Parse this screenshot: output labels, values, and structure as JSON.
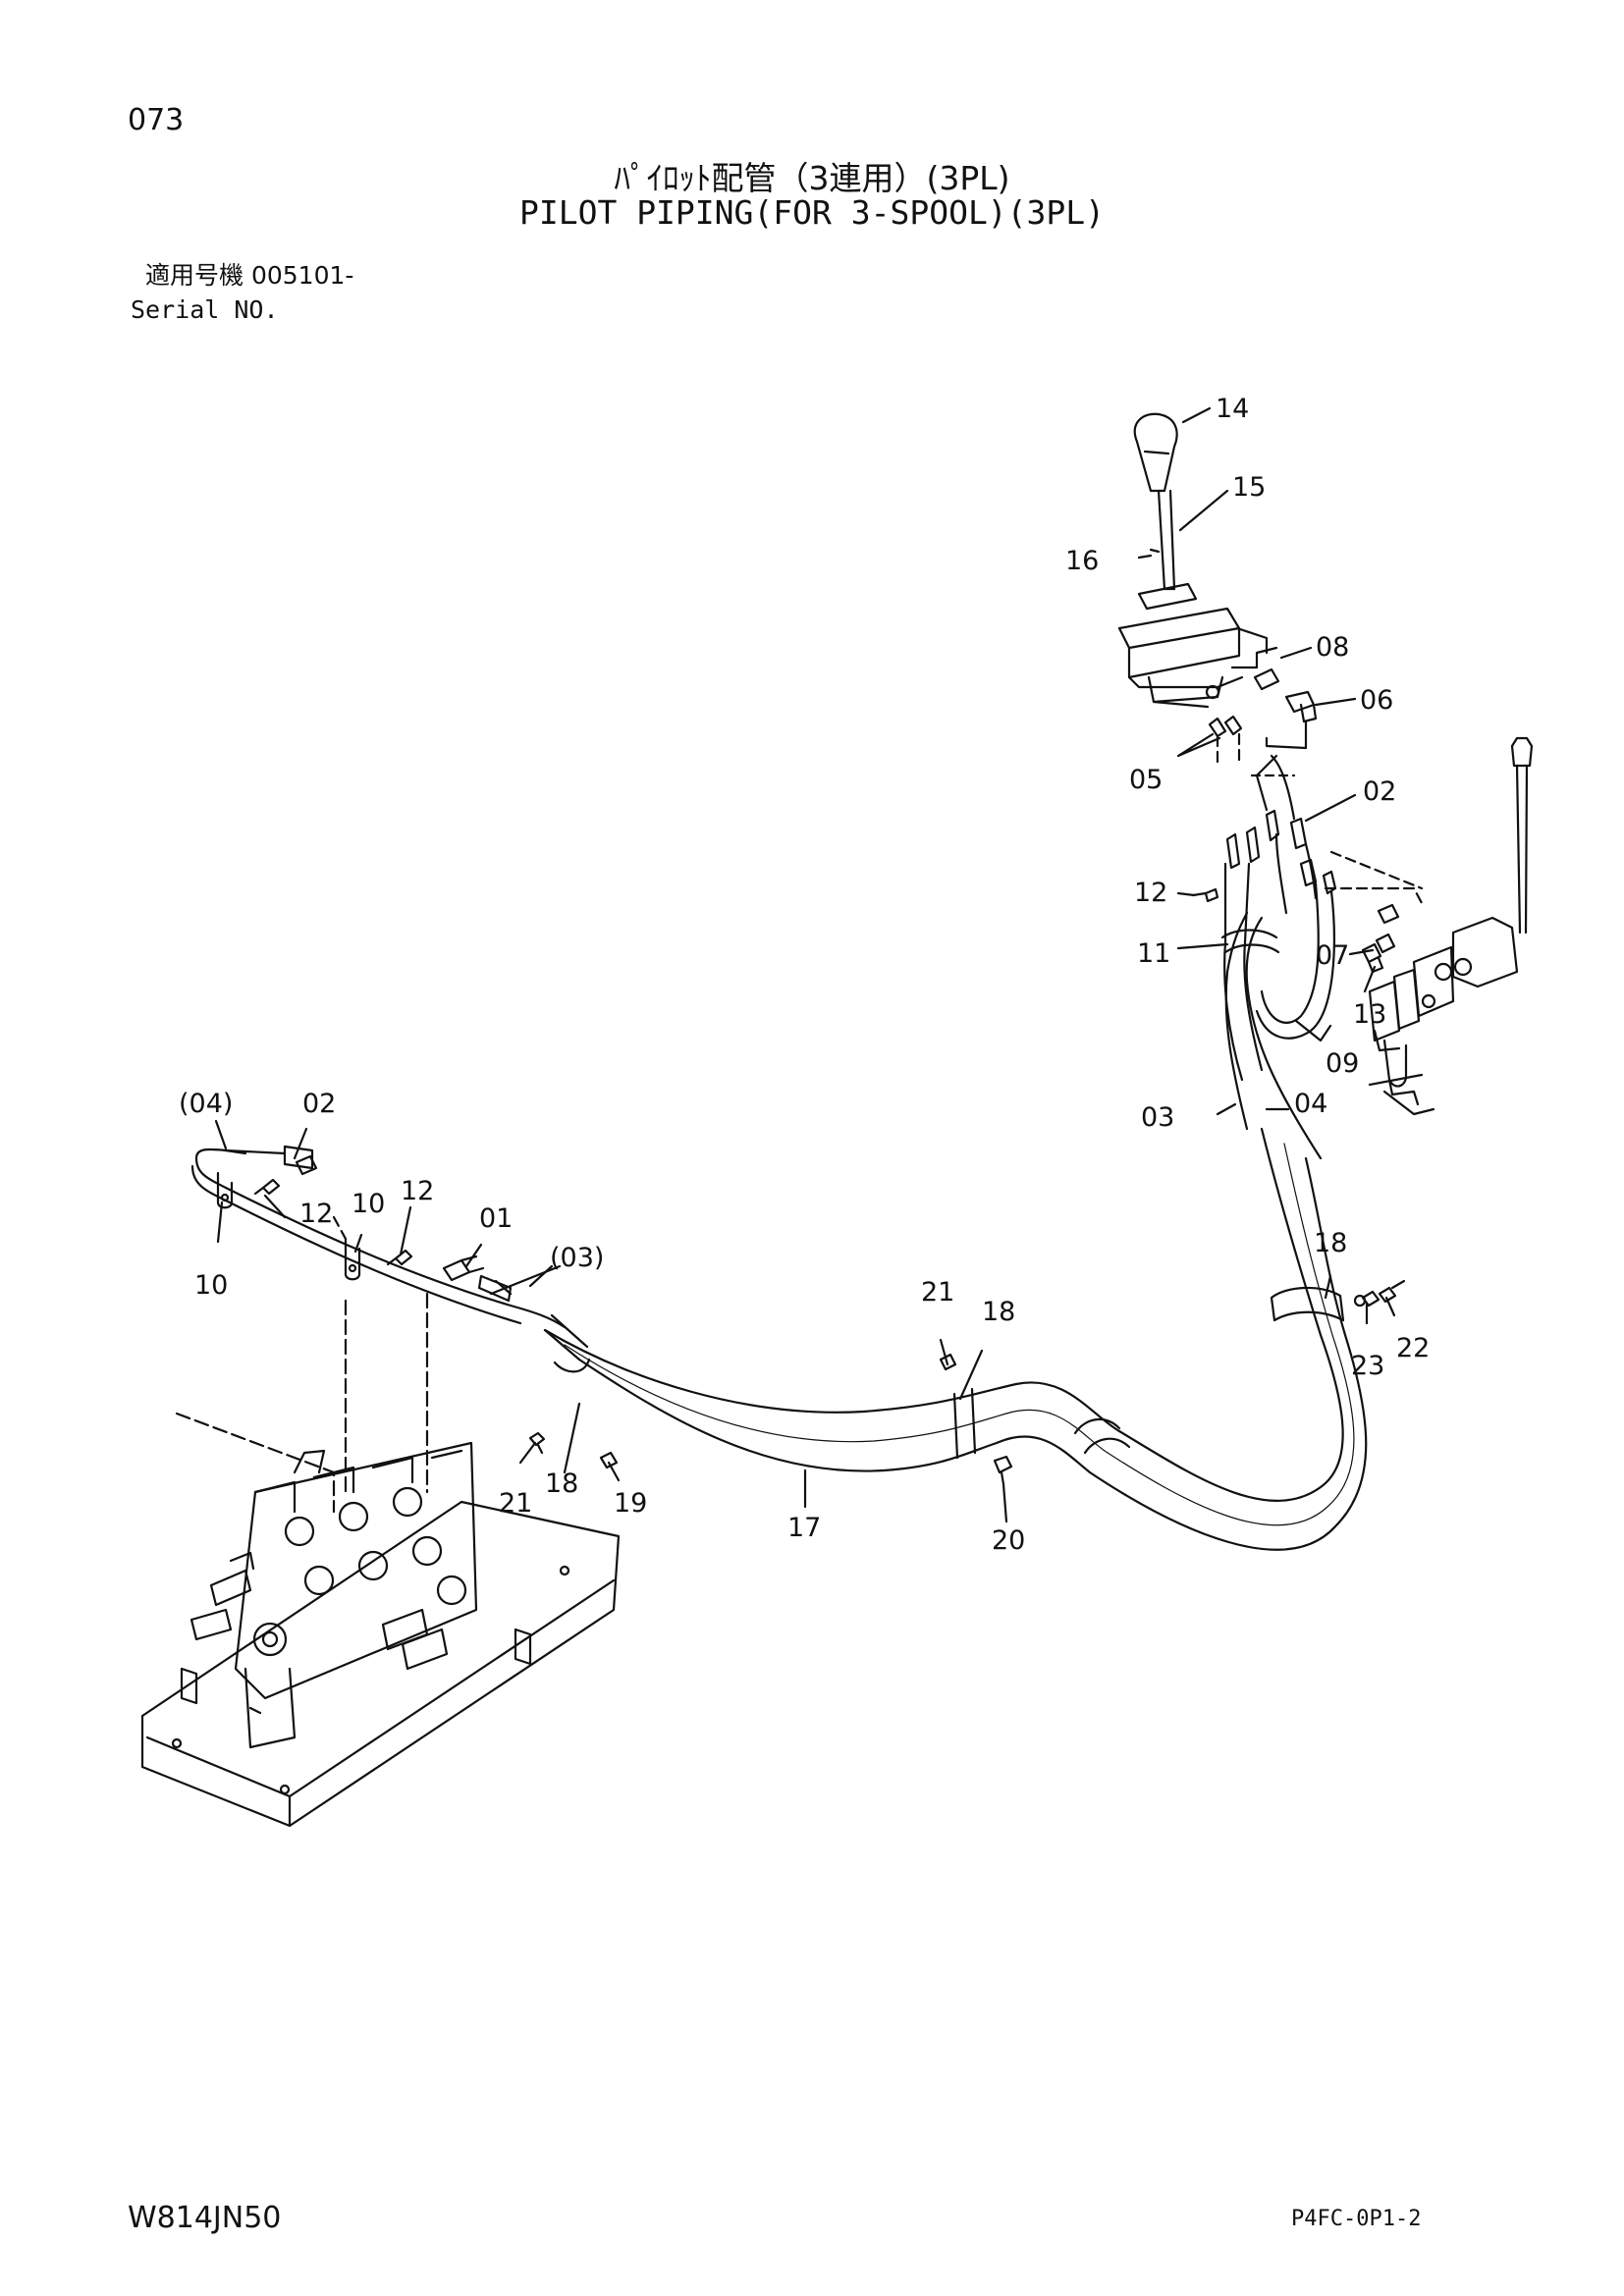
{
  "page": {
    "number": "073",
    "title_jp": "ﾊﾟｲﾛｯﾄ配管（3連用）(3PL)",
    "title_en": "PILOT PIPING(FOR 3-SPOOL)(3PL)",
    "serial_label_jp": "適用号機 005101-",
    "serial_label_en": "Serial NO.",
    "drawing_code": "W814JN50",
    "sheet_code": "P4FC-0P1-2"
  },
  "part_labels": {
    "p14": "14",
    "p15": "15",
    "p16": "16",
    "p08": "08",
    "p06": "06",
    "p05": "05",
    "p02a": "02",
    "p12a": "12",
    "p11": "11",
    "p07": "07",
    "p13": "13",
    "p09": "09",
    "p03a": "03",
    "p04a": "04",
    "p04b": "(04)",
    "p02b": "02",
    "p12b": "12",
    "p10a": "10",
    "p12c": "12",
    "p10b": "10",
    "p01": "01",
    "p03b": "(03)",
    "p21a": "21",
    "p18a": "18",
    "p18b": "18",
    "p22": "22",
    "p23": "23",
    "p21b": "21",
    "p18c": "18",
    "p19": "19",
    "p17": "17",
    "p20": "20"
  }
}
